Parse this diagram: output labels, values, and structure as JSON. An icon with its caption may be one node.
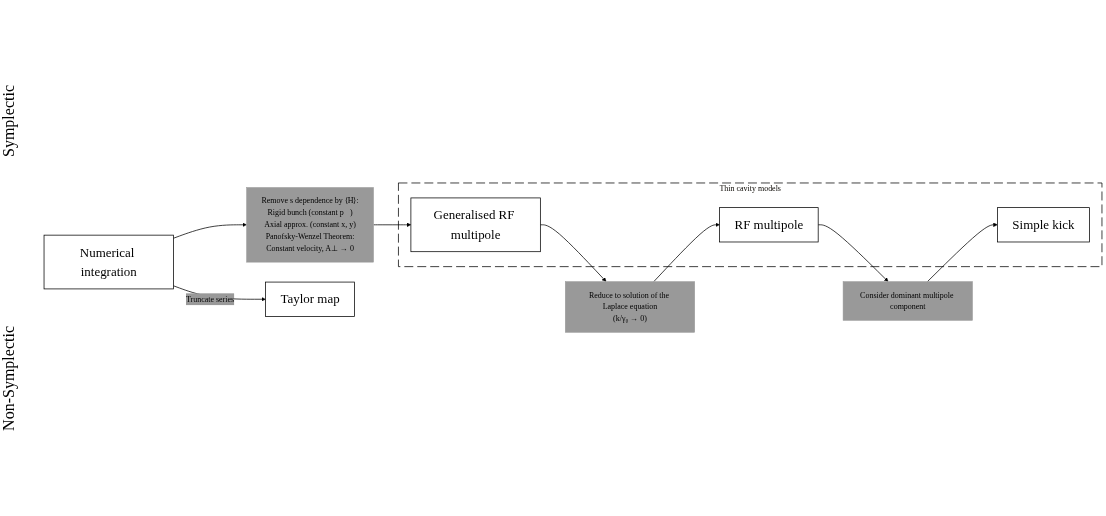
{
  "diagram": {
    "nodes": [
      {
        "text": [
          "Numerical integration"
        ]
      },
      {
        "text": [
          "Remove s dependence by ⟨H⟩:",
          "Rigid bunch (constant p⃗)",
          "Axial approx. (constant x, y)",
          "Panofsky-Wenzel Theorem:",
          "Constant velocity, A⊥ → 0"
        ]
      },
      {
        "text": [
          "Thin cavity models"
        ]
      },
      {
        "text": [
          "Generalised RF multipole"
        ],
        "in": 2
      },
      {
        "text": [
          "RF multipole"
        ],
        "in": 2
      },
      {
        "text": [
          "Simple kick"
        ],
        "in": 2
      },
      {
        "text": [
          "Consider dominant multipole component"
        ]
      },
      {
        "text": [
          "Taylor map"
        ]
      },
      {
        "text": [
          "Reduce to solution of the Laplace equation",
          "(k/γ₀ → 0)"
        ]
      }
    ],
    "edges": [
      {
        "from": 0,
        "to": 1,
        "arrow": "to"
      },
      {
        "from": 1,
        "to": 3,
        "arrow": "to"
      },
      {
        "from": 4,
        "to": 6,
        "arrow": "to"
      },
      {
        "from": 6,
        "to": 5,
        "arrow": "to"
      },
      {
        "from": 0,
        "to": 7,
        "arrow": "to",
        "label": "Truncate series"
      },
      {
        "from": 3,
        "to": 8,
        "arrow": "to"
      },
      {
        "from": 8,
        "to": 4,
        "arrow": "to"
      }
    ],
    "labels": [
      "Symplectic",
      "Non-Symplectic"
    ]
  }
}
